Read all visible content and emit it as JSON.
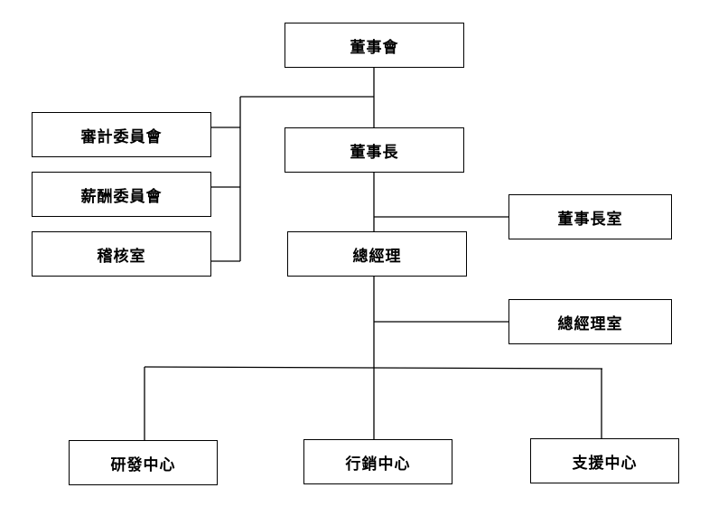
{
  "org_chart": {
    "board": "董事會",
    "audit_committee": "審計委員會",
    "compensation_committee": "薪酬委員會",
    "internal_audit": "稽核室",
    "chairman": "董事長",
    "chairman_office": "董事長室",
    "general_manager": "總經理",
    "gm_office": "總經理室",
    "rd_center": "研發中心",
    "marketing_center": "行銷中心",
    "support_center": "支援中心"
  }
}
